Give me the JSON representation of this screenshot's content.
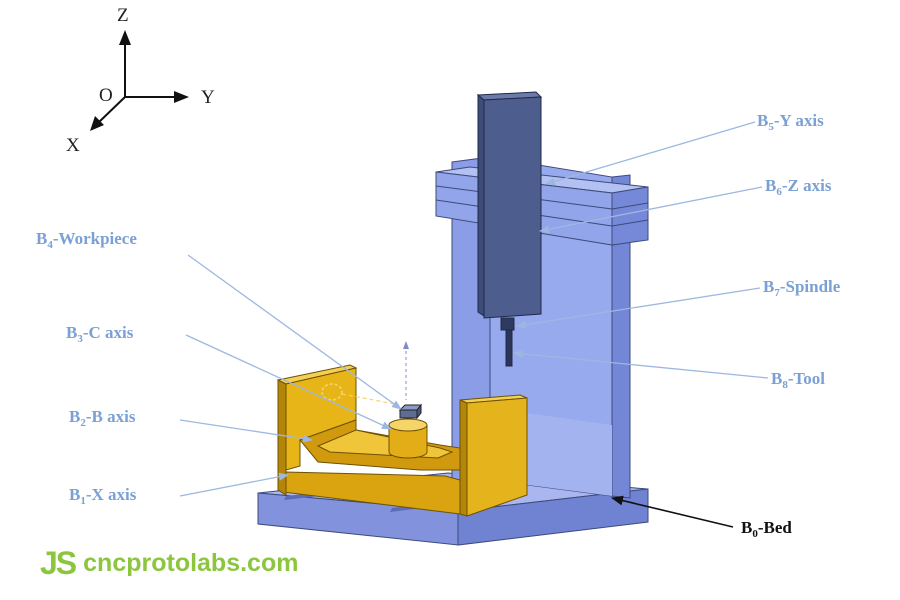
{
  "coordinate_system": {
    "z_label": "Z",
    "y_label": "Y",
    "x_label": "X",
    "origin_label": "O"
  },
  "components": {
    "b5": {
      "code": "B",
      "sub": "5",
      "name": "-Y axis"
    },
    "b6": {
      "code": "B",
      "sub": "6",
      "name": "-Z axis"
    },
    "b7": {
      "code": "B",
      "sub": "7",
      "name": "-Spindle"
    },
    "b8": {
      "code": "B",
      "sub": "8",
      "name": "-Tool"
    },
    "b4": {
      "code": "B",
      "sub": "4",
      "name": "-Workpiece"
    },
    "b3": {
      "code": "B",
      "sub": "3",
      "name": "-C axis"
    },
    "b2": {
      "code": "B",
      "sub": "2",
      "name": "-B axis"
    },
    "b1": {
      "code": "B",
      "sub": "1",
      "name": "-X axis"
    },
    "b0": {
      "code": "B",
      "sub": "0",
      "name": "-Bed"
    }
  },
  "watermark": {
    "mark": "JS",
    "text": "cncprotolabs.com"
  },
  "colors": {
    "label_blue": "#7aa0d4",
    "column_blue": "#8fa1e8",
    "spindle_dark": "#4a5a88",
    "cradle_yellow": "#e8b518",
    "brand_green": "#8cc63f"
  }
}
